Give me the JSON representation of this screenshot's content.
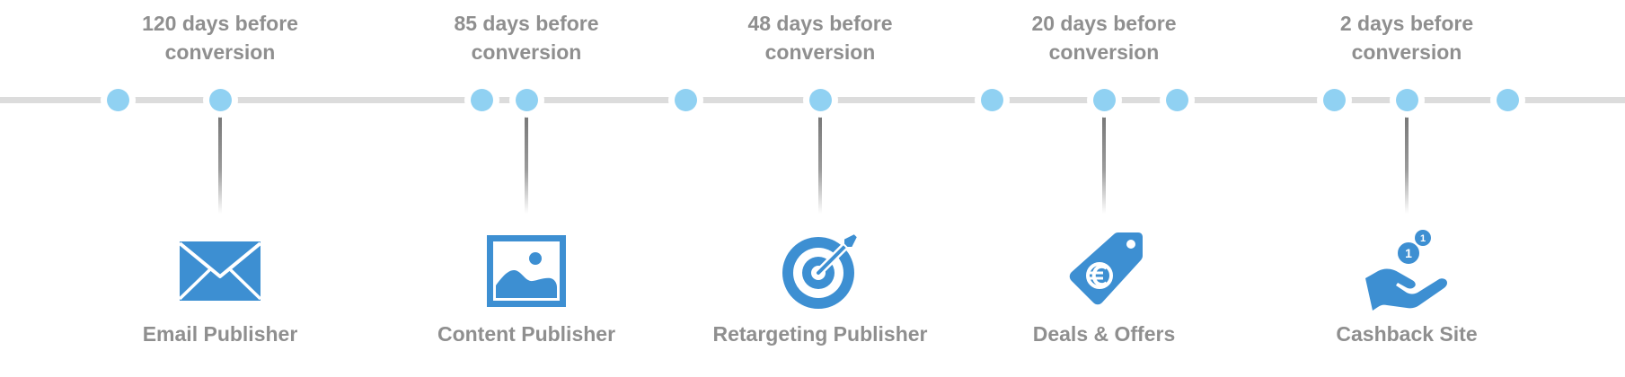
{
  "colors": {
    "line": "#dcdcdc",
    "dot": "#90d1f2",
    "icon": "#3d8fd2",
    "text": "#8f8f8f"
  },
  "timeline": {
    "milestones": [
      {
        "time_label": "120 days before\nconversion",
        "name": "Email Publisher",
        "icon": "envelope-icon"
      },
      {
        "time_label": "85 days before\nconversion",
        "name": "Content Publisher",
        "icon": "image-icon"
      },
      {
        "time_label": "48 days before\nconversion",
        "name": "Retargeting Publisher",
        "icon": "target-icon"
      },
      {
        "time_label": "20 days before\nconversion",
        "name": "Deals & Offers",
        "icon": "price-tag-icon"
      },
      {
        "time_label": "2 days before\nconversion",
        "name": "Cashback Site",
        "icon": "hand-coins-icon"
      }
    ]
  }
}
